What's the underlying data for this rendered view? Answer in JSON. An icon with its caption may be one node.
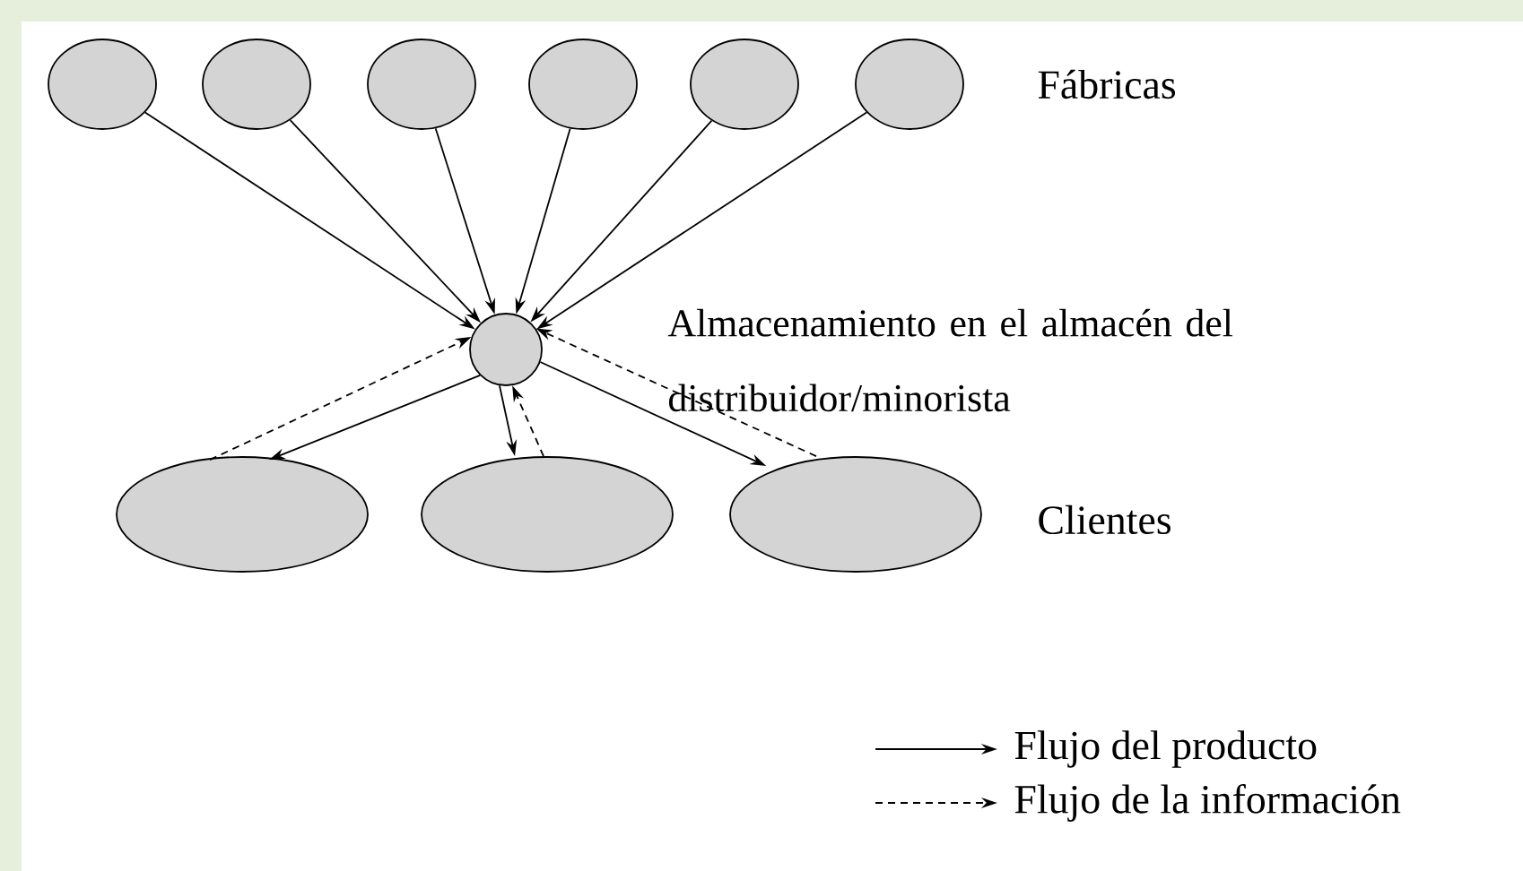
{
  "diagram": {
    "nodes": [
      {
        "text": [],
        "shape": "ellipse"
      },
      {
        "text": [],
        "shape": "ellipse"
      },
      {
        "text": [],
        "shape": "ellipse"
      },
      {
        "text": [],
        "shape": "ellipse"
      },
      {
        "text": [],
        "shape": "ellipse"
      },
      {
        "text": [],
        "shape": "ellipse"
      },
      {
        "text": [],
        "shape": "circle"
      },
      {
        "text": [],
        "shape": "ellipse"
      },
      {
        "text": [],
        "shape": "ellipse"
      },
      {
        "text": [],
        "shape": "ellipse"
      }
    ],
    "edges": [
      {
        "from": 0,
        "to": 6,
        "arrow": "to"
      },
      {
        "from": 1,
        "to": 6,
        "arrow": "to"
      },
      {
        "from": 2,
        "to": 6,
        "arrow": "to"
      },
      {
        "from": 3,
        "to": 6,
        "arrow": "to"
      },
      {
        "from": 4,
        "to": 6,
        "arrow": "to"
      },
      {
        "from": 5,
        "to": 6,
        "arrow": "to"
      },
      {
        "from": 6,
        "to": 7,
        "arrow": "to"
      },
      {
        "from": 7,
        "to": 6,
        "arrow": "to",
        "style": "dashed"
      },
      {
        "from": 6,
        "to": 8,
        "arrow": "to"
      },
      {
        "from": 8,
        "to": 6,
        "arrow": "to",
        "style": "dashed"
      },
      {
        "from": 6,
        "to": 9,
        "arrow": "to"
      },
      {
        "from": 9,
        "to": 6,
        "arrow": "to",
        "style": "dashed"
      }
    ],
    "labels": [
      "Fábricas",
      "Almacenamiento en el almacén del distribuidor/minorista",
      "Clientes"
    ],
    "legend": [
      {
        "text": "Flujo del producto"
      },
      {
        "text": "Flujo de la información"
      }
    ]
  }
}
